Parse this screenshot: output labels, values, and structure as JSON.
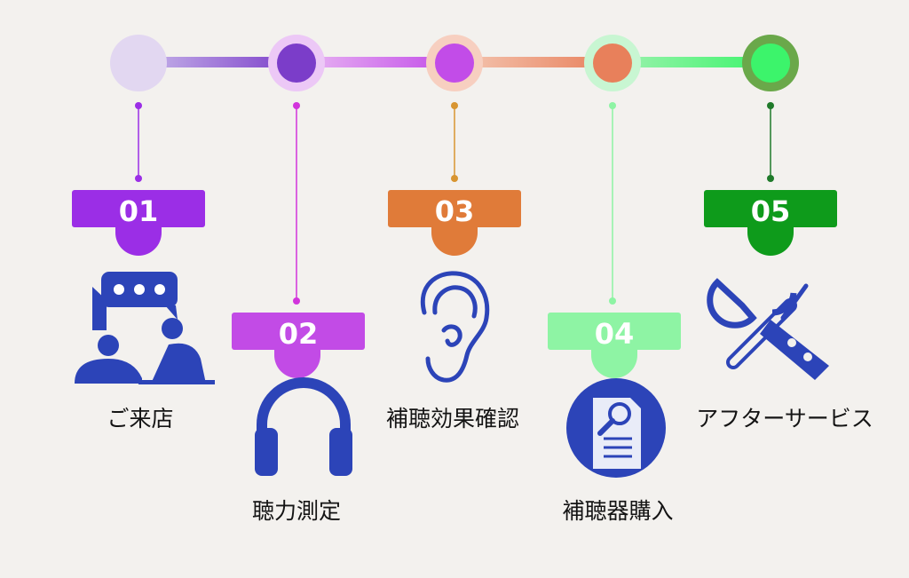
{
  "colors": {
    "background": "#f3f1ee",
    "icon_blue": "#2c44b8"
  },
  "steps": [
    {
      "number": "01",
      "label": "ご来店",
      "color": "#9b2ee6",
      "dot_fill": "#e2d7f1",
      "dot_halo": "#e2d7f1",
      "icon": "consultation-icon"
    },
    {
      "number": "02",
      "label": "聴力測定",
      "color": "#c24be6",
      "dot_fill": "#7b3dc9",
      "dot_halo": "#ecc8f6",
      "icon": "headphones-icon"
    },
    {
      "number": "03",
      "label": "補聴効果確認",
      "color": "#e07b39",
      "dot_fill": "#c24ce8",
      "dot_halo": "#f7cfc0",
      "icon": "ear-icon"
    },
    {
      "number": "04",
      "label": "補聴器購入",
      "color": "#8ef4a4",
      "dot_fill": "#e8805b",
      "dot_halo": "#c8f6d2",
      "icon": "document-search-icon"
    },
    {
      "number": "05",
      "label": "アフターサービス",
      "color": "#0e9b1b",
      "dot_fill": "#3cf46b",
      "dot_halo": "#6aa84a",
      "icon": "tools-icon"
    }
  ]
}
